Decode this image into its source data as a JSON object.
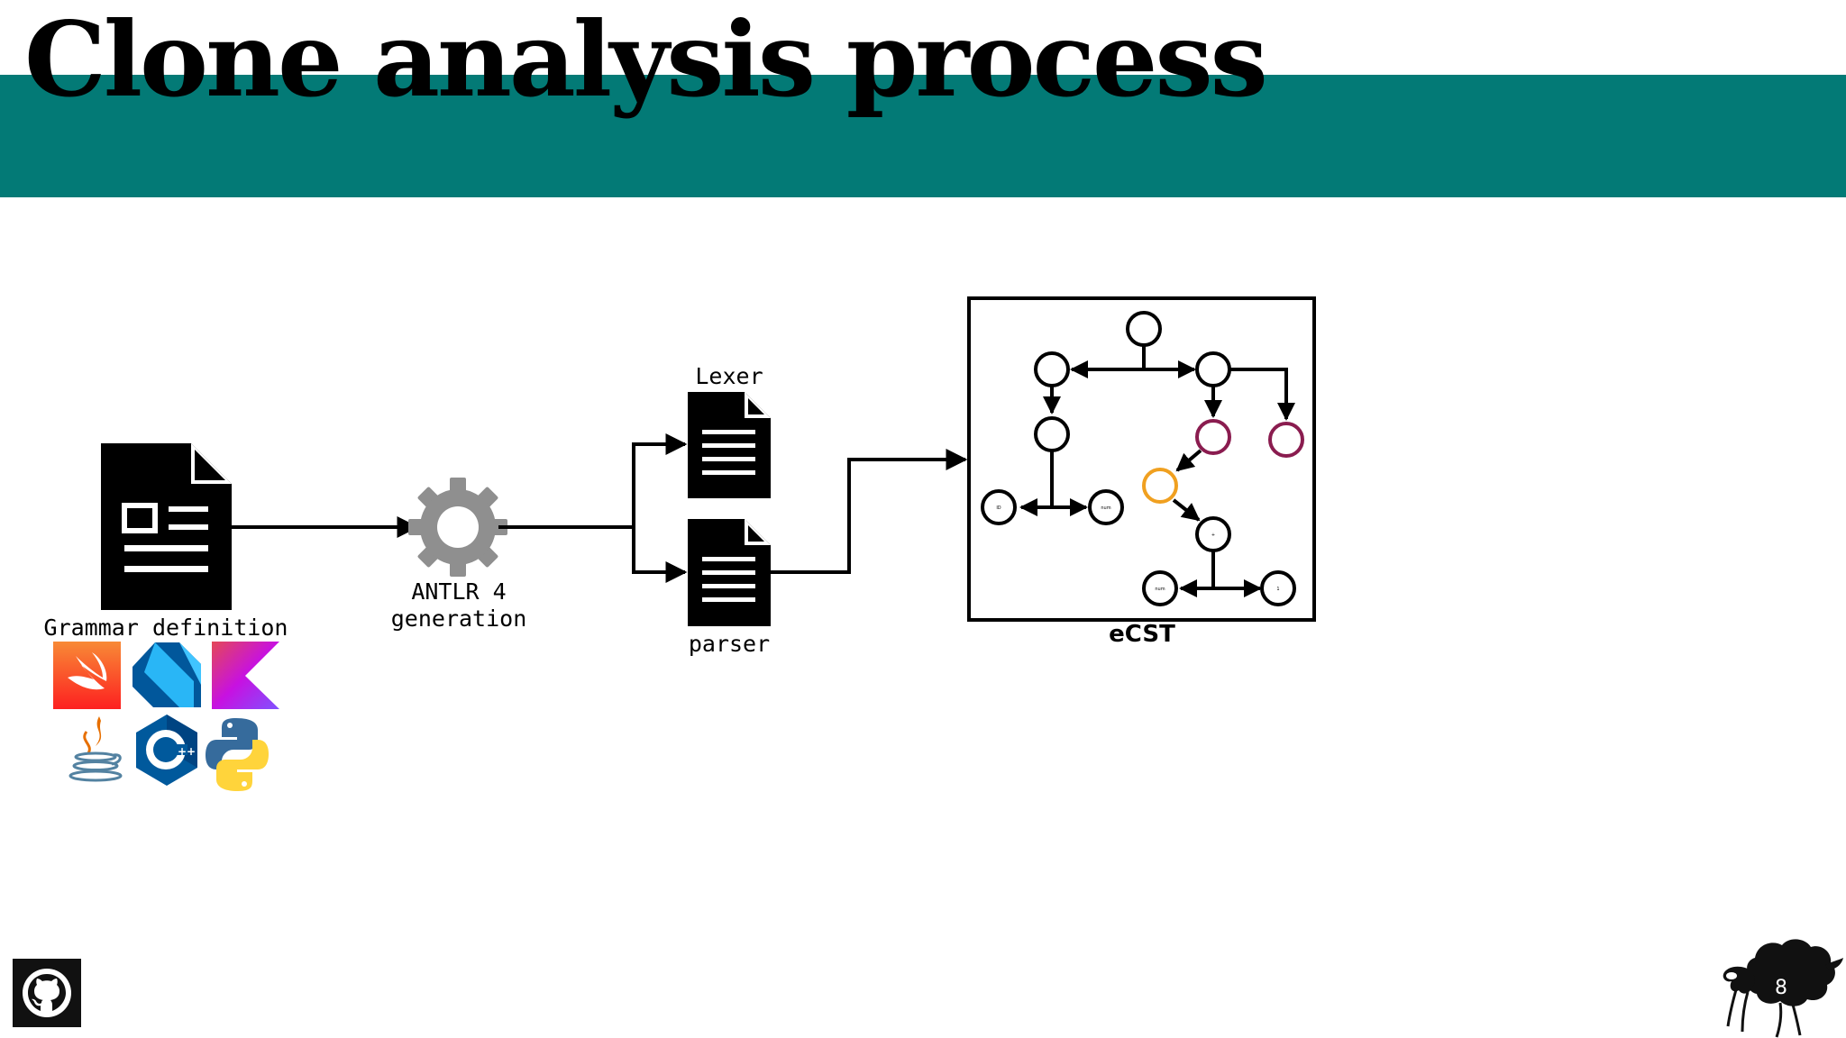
{
  "slide": {
    "title": "Clone analysis process",
    "page_number": "8"
  },
  "colors": {
    "banner": "#037a76",
    "purple_node": "#8a1c4f",
    "orange_node": "#f0a020"
  },
  "diagram": {
    "grammar_label": "Grammar definition",
    "antlr_label_line1": "ANTLR 4",
    "antlr_label_line2": "generation",
    "lexer_label": "Lexer",
    "parser_label": "parser",
    "ecst_label": "eCST",
    "language_icons": [
      "swift-icon",
      "dart-icon",
      "kotlin-icon",
      "java-icon",
      "cpp-icon",
      "python-icon"
    ],
    "tree_node_labels": {
      "left_leaf_1": "ID",
      "left_leaf_2": "num",
      "middle": "+",
      "bottom_leaf_1": "num",
      "bottom_leaf_2": "1"
    }
  },
  "footer": {
    "github_icon": "github-icon",
    "mascot_icon": "sheep-icon"
  }
}
